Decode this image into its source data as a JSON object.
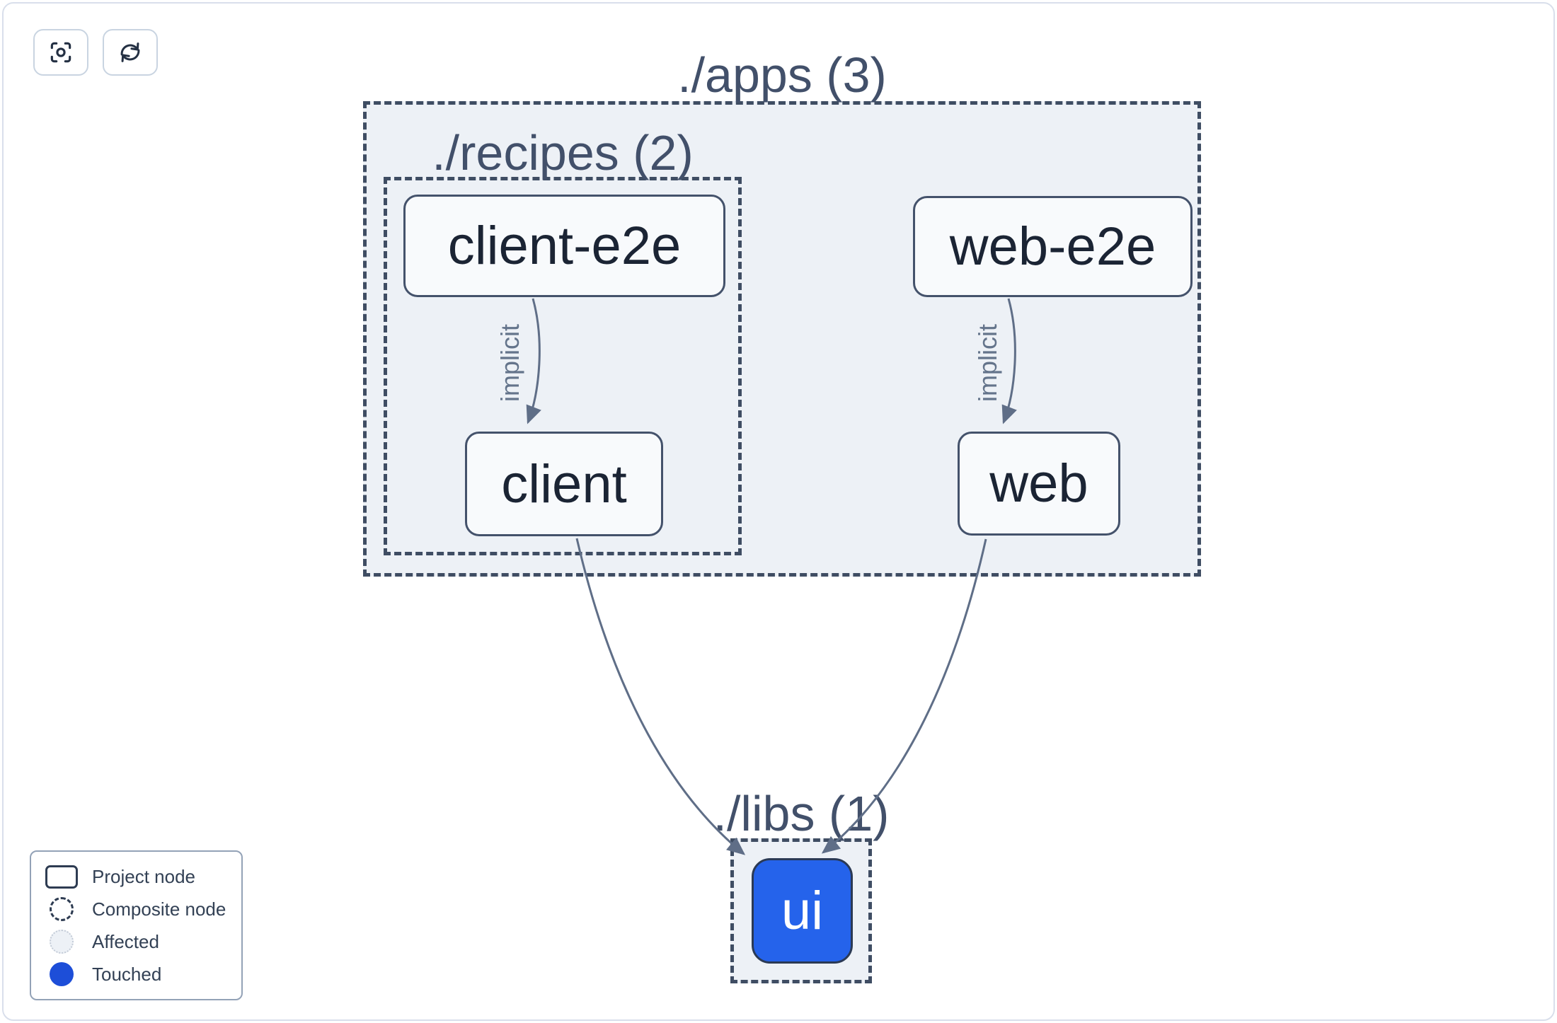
{
  "toolbar": {
    "focus_button": {
      "icon": "focus-icon"
    },
    "refresh_button": {
      "icon": "refresh-icon"
    }
  },
  "graph": {
    "groups": {
      "apps": {
        "title": "./apps (3)"
      },
      "recipes": {
        "title": "./recipes (2)"
      },
      "libs": {
        "title": "./libs (1)"
      }
    },
    "nodes": {
      "client_e2e": {
        "label": "client-e2e",
        "type": "project"
      },
      "web_e2e": {
        "label": "web-e2e",
        "type": "project"
      },
      "client": {
        "label": "client",
        "type": "project"
      },
      "web": {
        "label": "web",
        "type": "project"
      },
      "ui": {
        "label": "ui",
        "type": "project",
        "state": "touched"
      }
    },
    "edges": {
      "client_e2e_to_client": {
        "source": "client-e2e",
        "target": "client",
        "label": "implicit"
      },
      "web_e2e_to_web": {
        "source": "web-e2e",
        "target": "web",
        "label": "implicit"
      },
      "client_to_ui": {
        "source": "client",
        "target": "ui",
        "label": ""
      },
      "web_to_ui": {
        "source": "web",
        "target": "ui",
        "label": ""
      }
    }
  },
  "legend": {
    "items": [
      {
        "label": "Project node",
        "swatch": "project"
      },
      {
        "label": "Composite node",
        "swatch": "composite"
      },
      {
        "label": "Affected",
        "swatch": "affected"
      },
      {
        "label": "Touched",
        "swatch": "touched"
      }
    ]
  },
  "colors": {
    "touched_node_fill": "#2563eb",
    "legend_touched": "#1d4ed8",
    "edge": "#5f6e87",
    "group_border": "#3f4d63",
    "group_fill": "#edf1f6",
    "node_fill": "#f8fafc",
    "node_border": "#44526b",
    "node_text": "#1b2434",
    "group_title_text": "#42506a",
    "page_border": "#d9dfeb"
  }
}
